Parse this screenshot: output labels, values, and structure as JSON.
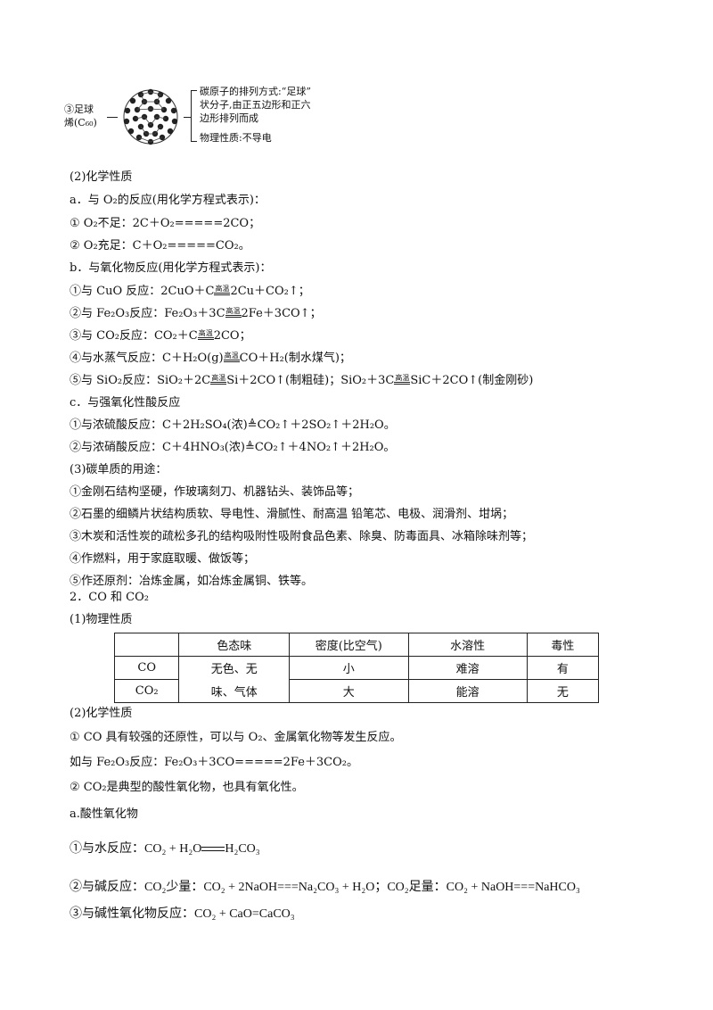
{
  "figure": {
    "name_line1": "③足球",
    "name_line2": "烯(C₆₀)",
    "ann_line1": "碳原子的排列方式:“足球”",
    "ann_line2": "状分子,由正五边形和正六",
    "ann_line3": "边形排列而成",
    "ann_line4": "物理性质:不导电"
  },
  "sections": {
    "chem_props": "(2)化学性质",
    "a_heading": "a．与 O₂的反应(用化学方程式表示)：",
    "a1": "① O₂不足：2C＋O₂=====2CO；",
    "a2": "② O₂充足：C＋O₂=====CO₂。",
    "b_heading": "b．与氧化物反应(用化学方程式表示)：",
    "b1_pre": "①与 CuO 反应：2CuO＋C",
    "b1_post": "2Cu＋CO₂↑；",
    "b2_pre": "②与 Fe₂O₃反应：Fe₂O₃＋3C",
    "b2_post": "2Fe＋3CO↑；",
    "b3_pre": "③与 CO₂反应：CO₂＋C",
    "b3_post": "2CO；",
    "b4_pre": "④与水蒸气反应：C＋H₂O(g)",
    "b4_post": "CO＋H₂(制水煤气)；",
    "b5_pre": "⑤与 SiO₂反应：SiO₂＋2C",
    "b5_mid": "Si＋2CO↑(制粗硅)；SiO₂＋3C",
    "b5_post": "SiC＋2CO↑(制金刚砂)",
    "high_temp": "高温",
    "c_heading": "c．与强氧化性酸反应",
    "c1": "①与浓硫酸反应：C＋2H₂SO₄(浓)≜CO₂↑＋2SO₂↑＋2H₂O。",
    "c2": "②与浓硝酸反应：C＋4HNO₃(浓)≜CO₂↑＋4NO₂↑＋2H₂O。",
    "uses_heading": "(3)碳单质的用途：",
    "u1": "①金刚石结构坚硬，作玻璃刻刀、机器钻头、装饰品等；",
    "u2": "②石墨的细鳞片状结构质软、导电性、滑腻性、耐高温 铅笔芯、电极、润滑剂、坩埚；",
    "u3": "③木炭和活性炭的疏松多孔的结构吸附性吸附食品色素、除臭、防毒面具、冰箱除味剂等；",
    "u4": "④作燃料，用于家庭取暖、做饭等；",
    "u5": "⑤作还原剂：冶炼金属，如冶炼金属铜、铁等。",
    "co_heading": "2．CO 和 CO₂",
    "phys_heading": "(1)物理性质",
    "chem2_heading": "(2)化学性质",
    "co_reduce": "① CO 具有较强的还原性，可以与 O₂、金属氧化物等发生反应。",
    "co_example": "如与 Fe₂O₃反应：Fe₂O₃＋3CO=====2Fe＋3CO₂。",
    "co2_acidic": "② CO₂是典型的酸性氧化物，也具有氧化性。",
    "a_acidic": "a.酸性氧化物",
    "w1_pre": "①与水反应：CO₂ + H₂O",
    "w1_post": "H₂CO₃",
    "w2": "②与碱反应：CO₂少量：CO₂ + 2NaOH===Na₂CO₃ + H₂O；CO₂足量：CO₂ + NaOH===NaHCO₃",
    "w3": "③与碱性氧化物反应：CO₂ + CaO=CaCO₃"
  },
  "table": {
    "headers": [
      "",
      "色态味",
      "密度(比空气)",
      "水溶性",
      "毒性"
    ],
    "rows": [
      {
        "name": "CO",
        "appearance1": "无色、无",
        "density": "小",
        "solubility": "难溶",
        "toxicity": "有"
      },
      {
        "name": "CO₂",
        "appearance2": "味、气体",
        "density": "大",
        "solubility": "能溶",
        "toxicity": "无"
      }
    ]
  }
}
